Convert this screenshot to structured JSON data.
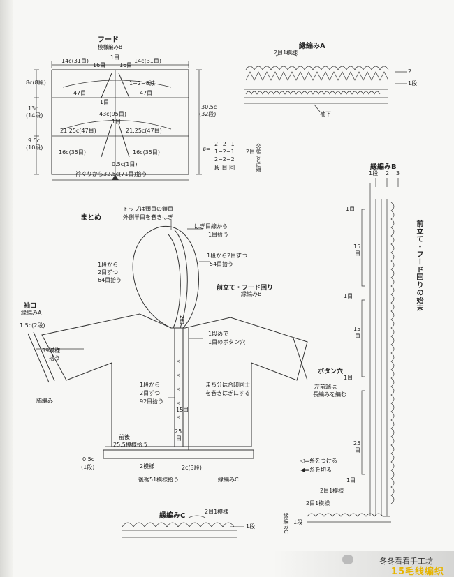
{
  "hood": {
    "title": "フード",
    "pattern": "模様編みB",
    "top_left_width": "14c(31目)",
    "top_right_width": "14c(31目)",
    "center_left": "16目",
    "center_right": "16目",
    "center_top": "1目",
    "decrease_rule": "1−2−8減",
    "row_47_left": "47目",
    "row_47_right": "47目",
    "one_st_a": "1目",
    "left_height_1": "8c(8段)",
    "left_height_2": "13c",
    "left_height_2b": "(14段)",
    "left_height_3": "9.5c",
    "left_height_3b": "(10段)",
    "total_height": "30.5c",
    "total_height_b": "(32段)",
    "mid_width": "43c(95目)",
    "one_st_b": "1目",
    "mid_left": "21.25c(47目)",
    "mid_right": "21.25c(47目)",
    "bot_left": "16c(35目)",
    "bot_right": "16c(35目)",
    "bot_center": "0.5c(1目)",
    "bottom_pickup": "衿ぐりから32.5c(71目)拾う",
    "table_phi": "ø=",
    "table_r1": "2−2−1",
    "table_r2": "1−2−1",
    "table_r3": "2−2−2",
    "table_head": "段 目 回",
    "table_side1": "2目",
    "table_side2": "交差ごとに増"
  },
  "edgingA": {
    "title": "縁編みA",
    "pattern_label": "2目1模様",
    "row2": "2",
    "row1": "1段",
    "bottom_label": "袖下"
  },
  "edgingB": {
    "title": "縁編みB",
    "col1": "1段",
    "col2": "2",
    "col3": "3",
    "side_title": "前立て・フード回りの始末",
    "one_st_1": "1目",
    "fifteen_1": "15",
    "fifteen_1b": "目",
    "one_st_2": "1目",
    "fifteen_2": "15",
    "fifteen_2b": "目",
    "one_st_3": "1目",
    "buttonhole": "ボタン穴",
    "bh_note1": "左前端は",
    "bh_note2": "長編みを編む",
    "twentyfive": "25",
    "twentyfive_b": "目",
    "legend1": "◁=糸をつける",
    "legend2": "◀=糸を切る",
    "one_st_4": "1目",
    "repeat1": "2目1模様",
    "repeat2": "2目1模様",
    "row1": "1段",
    "bottom_note": "縁編みC"
  },
  "assembly": {
    "title": "まとめ",
    "top_note1": "トップは頭目の鎖目",
    "top_note2": "外側半目を巻きはぎ",
    "hood_pick1": "はぎ目線から",
    "hood_pick2": "1目拾う",
    "left_pick1": "1段から",
    "left_pick2": "2目ずつ",
    "left_pick3": "64目拾う",
    "right_pick1": "1段から2目ずつ",
    "right_pick2": "54目拾う",
    "front_title": "前立て・フード回り",
    "front_pattern": "縁編みB",
    "cuff_title": "袖口",
    "cuff_pattern": "縁編みA",
    "cuff_width": "1.5c(2段)",
    "cuff_pick1": "39模様",
    "cuff_pick2": "拾う",
    "sleeve_label": "脇編み",
    "two_st": "2目",
    "bh1": "1段めで",
    "bh2": "1目のボタン穴",
    "front_pick1": "1段から",
    "front_pick2": "2目ずつ",
    "front_pick3": "92目拾う",
    "match1": "まち分は合印同士",
    "match2": "を巻きはぎにする",
    "fifteen": "15目",
    "twentyfive": "25",
    "twentyfive_b": "目",
    "front_bot1": "前後",
    "front_bot2": "25.5模様拾う",
    "left_w1": "0.5c",
    "left_w2": "(1段)",
    "two_rep": "2模様",
    "center_w": "2c(3段)",
    "back_pick": "後裾51模様拾う",
    "hem_pattern": "縁編みC"
  },
  "edgingC": {
    "title": "縁編みC",
    "pattern_label": "2目1模様",
    "row1": "1段"
  },
  "watermark": {
    "text": "冬冬看看手工坊",
    "logo": "15毛线编织"
  }
}
